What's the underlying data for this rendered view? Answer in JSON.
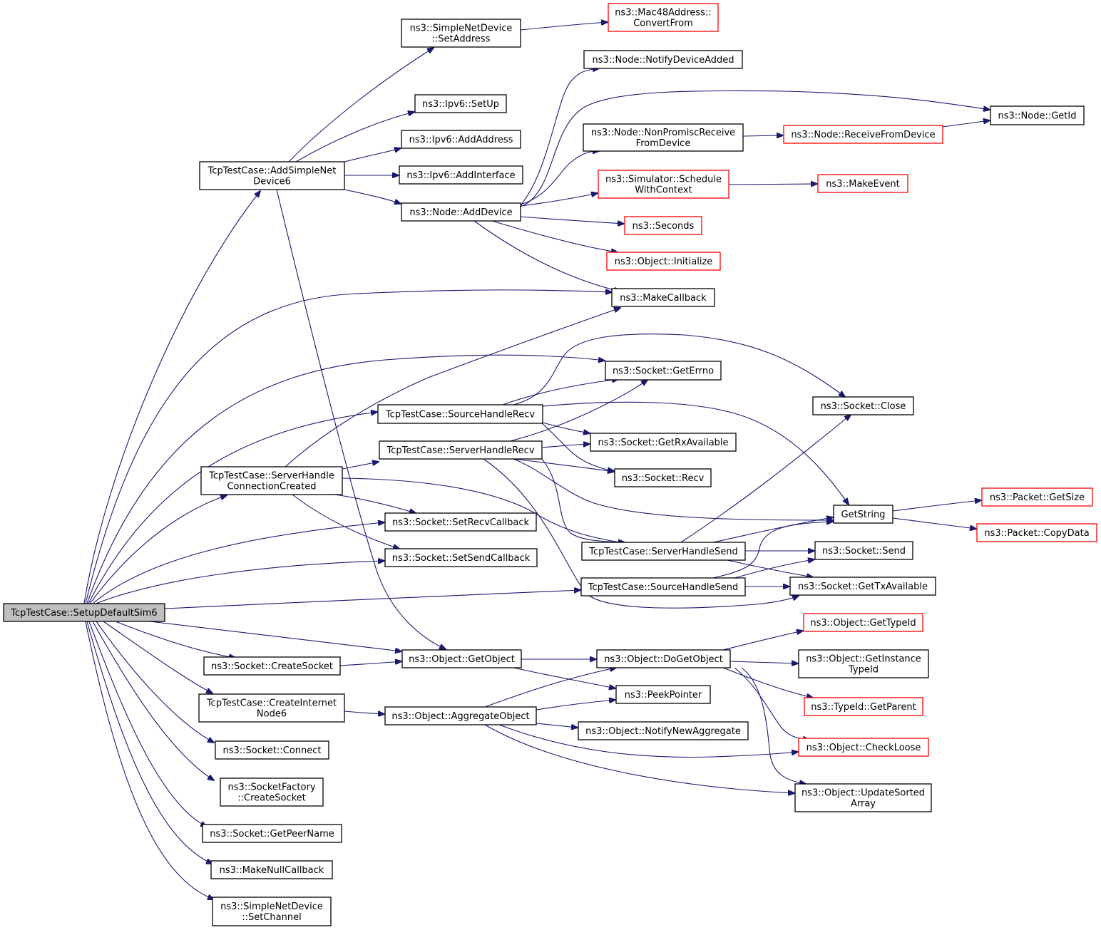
{
  "graph": {
    "nodes": {
      "root": {
        "lines": [
          "TcpTestCase::SetupDefaultSim6"
        ],
        "style": "root"
      },
      "addSimple": {
        "lines": [
          "TcpTestCase::AddSimpleNet",
          "Device6"
        ],
        "style": "black"
      },
      "setAddress": {
        "lines": [
          "ns3::SimpleNetDevice",
          "::SetAddress"
        ],
        "style": "black"
      },
      "convertFrom": {
        "lines": [
          "ns3::Mac48Address::",
          "ConvertFrom"
        ],
        "style": "red"
      },
      "notifyDevAdded": {
        "lines": [
          "ns3::Node::NotifyDeviceAdded"
        ],
        "style": "black"
      },
      "ipv6SetUp": {
        "lines": [
          "ns3::Ipv6::SetUp"
        ],
        "style": "black"
      },
      "ipv6AddAddress": {
        "lines": [
          "ns3::Ipv6::AddAddress"
        ],
        "style": "black"
      },
      "ipv6AddInterface": {
        "lines": [
          "ns3::Ipv6::AddInterface"
        ],
        "style": "black"
      },
      "nodeAddDevice": {
        "lines": [
          "ns3::Node::AddDevice"
        ],
        "style": "black"
      },
      "nodeGetId": {
        "lines": [
          "ns3::Node::GetId"
        ],
        "style": "black"
      },
      "nonPromisc": {
        "lines": [
          "ns3::Node::NonPromiscReceive",
          "FromDevice"
        ],
        "style": "black"
      },
      "receiveFromDevice": {
        "lines": [
          "ns3::Node::ReceiveFromDevice"
        ],
        "style": "red"
      },
      "scheduleWithContext": {
        "lines": [
          "ns3::Simulator::Schedule",
          "WithContext"
        ],
        "style": "red"
      },
      "makeEvent": {
        "lines": [
          "ns3::MakeEvent"
        ],
        "style": "red"
      },
      "seconds": {
        "lines": [
          "ns3::Seconds"
        ],
        "style": "red"
      },
      "initialize": {
        "lines": [
          "ns3::Object::Initialize"
        ],
        "style": "red"
      },
      "makeCallback": {
        "lines": [
          "ns3::MakeCallback"
        ],
        "style": "black"
      },
      "getErrno": {
        "lines": [
          "ns3::Socket::GetErrno"
        ],
        "style": "black"
      },
      "socketClose": {
        "lines": [
          "ns3::Socket::Close"
        ],
        "style": "black"
      },
      "sourceHandleRecv": {
        "lines": [
          "TcpTestCase::SourceHandleRecv"
        ],
        "style": "black"
      },
      "serverHandleRecv": {
        "lines": [
          "TcpTestCase::ServerHandleRecv"
        ],
        "style": "black"
      },
      "getRxAvailable": {
        "lines": [
          "ns3::Socket::GetRxAvailable"
        ],
        "style": "black"
      },
      "socketRecv": {
        "lines": [
          "ns3::Socket::Recv"
        ],
        "style": "black"
      },
      "serverConnCreated": {
        "lines": [
          "TcpTestCase::ServerHandle",
          "ConnectionCreated"
        ],
        "style": "black"
      },
      "getString": {
        "lines": [
          "GetString"
        ],
        "style": "black"
      },
      "packetGetSize": {
        "lines": [
          "ns3::Packet::GetSize"
        ],
        "style": "red"
      },
      "packetCopyData": {
        "lines": [
          "ns3::Packet::CopyData"
        ],
        "style": "red"
      },
      "setRecvCallback": {
        "lines": [
          "ns3::Socket::SetRecvCallback"
        ],
        "style": "black"
      },
      "setSendCallback": {
        "lines": [
          "ns3::Socket::SetSendCallback"
        ],
        "style": "black"
      },
      "serverHandleSend": {
        "lines": [
          "TcpTestCase::ServerHandleSend"
        ],
        "style": "black"
      },
      "socketSend": {
        "lines": [
          "ns3::Socket::Send"
        ],
        "style": "black"
      },
      "sourceHandleSend": {
        "lines": [
          "TcpTestCase::SourceHandleSend"
        ],
        "style": "black"
      },
      "getTxAvailable": {
        "lines": [
          "ns3::Socket::GetTxAvailable"
        ],
        "style": "black"
      },
      "getTypeId": {
        "lines": [
          "ns3::Object::GetTypeId"
        ],
        "style": "red"
      },
      "getObject": {
        "lines": [
          "ns3::Object::GetObject"
        ],
        "style": "black"
      },
      "doGetObject": {
        "lines": [
          "ns3::Object::DoGetObject"
        ],
        "style": "black"
      },
      "getInstanceTypeId": {
        "lines": [
          "ns3::Object::GetInstance",
          "TypeId"
        ],
        "style": "black"
      },
      "createSocket": {
        "lines": [
          "ns3::Socket::CreateSocket"
        ],
        "style": "black"
      },
      "peekPointer": {
        "lines": [
          "ns3::PeekPointer"
        ],
        "style": "black"
      },
      "typeIdGetParent": {
        "lines": [
          "ns3::TypeId::GetParent"
        ],
        "style": "red"
      },
      "createInternetNode": {
        "lines": [
          "TcpTestCase::CreateInternet",
          "Node6"
        ],
        "style": "black"
      },
      "aggregateObject": {
        "lines": [
          "ns3::Object::AggregateObject"
        ],
        "style": "black"
      },
      "notifyNewAggregate": {
        "lines": [
          "ns3::Object::NotifyNewAggregate"
        ],
        "style": "black"
      },
      "socketConnect": {
        "lines": [
          "ns3::Socket::Connect"
        ],
        "style": "black"
      },
      "checkLoose": {
        "lines": [
          "ns3::Object::CheckLoose"
        ],
        "style": "red"
      },
      "socketFactoryCreate": {
        "lines": [
          "ns3::SocketFactory",
          "::CreateSocket"
        ],
        "style": "black"
      },
      "updateSortedArray": {
        "lines": [
          "ns3::Object::UpdateSorted",
          "Array"
        ],
        "style": "black"
      },
      "getPeerName": {
        "lines": [
          "ns3::Socket::GetPeerName"
        ],
        "style": "black"
      },
      "makeNullCallback": {
        "lines": [
          "ns3::MakeNullCallback"
        ],
        "style": "black"
      },
      "setChannel": {
        "lines": [
          "ns3::SimpleNetDevice",
          "::SetChannel"
        ],
        "style": "black"
      }
    },
    "edges": [
      [
        "root",
        "addSimple"
      ],
      [
        "root",
        "makeCallback"
      ],
      [
        "root",
        "getErrno"
      ],
      [
        "root",
        "sourceHandleRecv"
      ],
      [
        "root",
        "serverConnCreated"
      ],
      [
        "root",
        "setRecvCallback"
      ],
      [
        "root",
        "setSendCallback"
      ],
      [
        "root",
        "sourceHandleSend"
      ],
      [
        "root",
        "getObject"
      ],
      [
        "root",
        "createSocket"
      ],
      [
        "root",
        "createInternetNode"
      ],
      [
        "root",
        "socketConnect"
      ],
      [
        "root",
        "socketFactoryCreate"
      ],
      [
        "root",
        "getPeerName"
      ],
      [
        "root",
        "makeNullCallback"
      ],
      [
        "root",
        "setChannel"
      ],
      [
        "addSimple",
        "setAddress"
      ],
      [
        "addSimple",
        "ipv6SetUp"
      ],
      [
        "addSimple",
        "ipv6AddAddress"
      ],
      [
        "addSimple",
        "ipv6AddInterface"
      ],
      [
        "addSimple",
        "nodeAddDevice"
      ],
      [
        "addSimple",
        "getObject"
      ],
      [
        "setAddress",
        "convertFrom"
      ],
      [
        "nodeAddDevice",
        "notifyDevAdded"
      ],
      [
        "nodeAddDevice",
        "nodeGetId"
      ],
      [
        "nodeAddDevice",
        "nonPromisc"
      ],
      [
        "nodeAddDevice",
        "scheduleWithContext"
      ],
      [
        "nodeAddDevice",
        "seconds"
      ],
      [
        "nodeAddDevice",
        "initialize"
      ],
      [
        "nodeAddDevice",
        "makeCallback"
      ],
      [
        "nonPromisc",
        "receiveFromDevice"
      ],
      [
        "receiveFromDevice",
        "nodeGetId"
      ],
      [
        "scheduleWithContext",
        "makeEvent"
      ],
      [
        "sourceHandleRecv",
        "getErrno"
      ],
      [
        "sourceHandleRecv",
        "socketClose"
      ],
      [
        "sourceHandleRecv",
        "getRxAvailable"
      ],
      [
        "sourceHandleRecv",
        "socketRecv"
      ],
      [
        "sourceHandleRecv",
        "getString"
      ],
      [
        "serverHandleRecv",
        "getErrno"
      ],
      [
        "serverHandleRecv",
        "getRxAvailable"
      ],
      [
        "serverHandleRecv",
        "socketRecv"
      ],
      [
        "serverHandleRecv",
        "serverHandleSend"
      ],
      [
        "serverHandleRecv",
        "getString"
      ],
      [
        "serverHandleRecv",
        "getTxAvailable"
      ],
      [
        "serverConnCreated",
        "makeCallback"
      ],
      [
        "serverConnCreated",
        "serverHandleRecv"
      ],
      [
        "serverConnCreated",
        "setRecvCallback"
      ],
      [
        "serverConnCreated",
        "setSendCallback"
      ],
      [
        "serverConnCreated",
        "serverHandleSend"
      ],
      [
        "getString",
        "packetGetSize"
      ],
      [
        "getString",
        "packetCopyData"
      ],
      [
        "serverHandleSend",
        "socketClose"
      ],
      [
        "serverHandleSend",
        "getString"
      ],
      [
        "serverHandleSend",
        "socketSend"
      ],
      [
        "serverHandleSend",
        "getTxAvailable"
      ],
      [
        "sourceHandleSend",
        "getString"
      ],
      [
        "sourceHandleSend",
        "socketSend"
      ],
      [
        "sourceHandleSend",
        "getTxAvailable"
      ],
      [
        "getObject",
        "doGetObject"
      ],
      [
        "getObject",
        "peekPointer"
      ],
      [
        "doGetObject",
        "getTypeId"
      ],
      [
        "doGetObject",
        "getInstanceTypeId"
      ],
      [
        "doGetObject",
        "typeIdGetParent"
      ],
      [
        "doGetObject",
        "checkLoose"
      ],
      [
        "doGetObject",
        "updateSortedArray"
      ],
      [
        "createSocket",
        "getObject"
      ],
      [
        "createInternetNode",
        "aggregateObject"
      ],
      [
        "aggregateObject",
        "doGetObject"
      ],
      [
        "aggregateObject",
        "peekPointer"
      ],
      [
        "aggregateObject",
        "notifyNewAggregate"
      ],
      [
        "aggregateObject",
        "checkLoose"
      ],
      [
        "aggregateObject",
        "updateSortedArray"
      ]
    ]
  }
}
